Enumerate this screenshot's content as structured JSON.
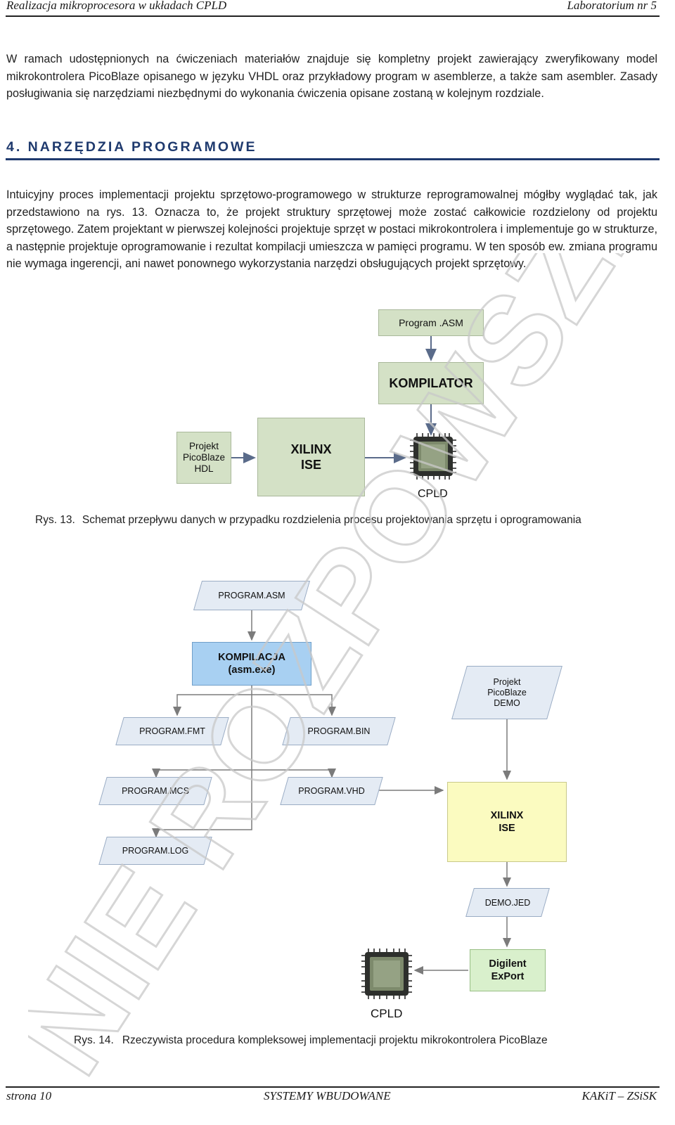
{
  "header": {
    "left": "Realizacja mikroprocesora w układach CPLD",
    "right": "Laboratorium nr 5"
  },
  "intro_paragraph": "W ramach udostępnionych na ćwiczeniach materiałów znajduje się kompletny projekt zawierający zweryfikowany model mikrokontrolera PicoBlaze opisanego w języku VHDL oraz przykładowy program w asemblerze, a także sam asembler. Zasady posługiwania się narzędziami niezbędnymi do wykonania ćwiczenia opisane zostaną w kolejnym rozdziale.",
  "section": {
    "heading": "4. NARZĘDZIA PROGRAMOWE",
    "paragraph": "Intuicyjny proces implementacji projektu sprzętowo-programowego w strukturze reprogramowalnej mógłby wyglądać tak, jak przedstawiono na rys. 13. Oznacza to, że projekt struktury sprzętowej może zostać całkowicie rozdzielony od projektu sprzętowego. Zatem projektant w pierwszej kolejności projektuje sprzęt w postaci mikrokontrolera i implementuje go w strukturze, a następnie projektuje oprogramowanie i rezultat kompilacji umieszcza w pamięci programu. W ten sposób ew. zmiana programu nie wymaga ingerencji, ani nawet ponownego wykorzystania narzędzi obsługujących projekt sprzętowy."
  },
  "fig13": {
    "program_asm": "Program .ASM",
    "kompilator": "KOMPILATOR",
    "projekt_line1": "Projekt",
    "projekt_line2": "PicoBlaze",
    "projekt_line3": "HDL",
    "xilinx_line1": "XILINX",
    "xilinx_line2": "ISE",
    "cpld": "CPLD",
    "caption_num": "Rys. 13.",
    "caption_text": "Schemat przepływu danych w przypadku rozdzielenia procesu projektowania sprzętu i oprogramowania"
  },
  "fig14": {
    "program_asm": "PROGRAM.ASM",
    "kompilacja_line1": "KOMPILACJA",
    "kompilacja_line2": "(asm.exe)",
    "projekt_line1": "Projekt",
    "projekt_line2": "PicoBlaze",
    "projekt_line3": "DEMO",
    "program_fmt": "PROGRAM.FMT",
    "program_bin": "PROGRAM.BIN",
    "program_mcs": "PROGRAM.MCS",
    "program_vhd": "PROGRAM.VHD",
    "program_log": "PROGRAM.LOG",
    "xilinx_line1": "XILINX",
    "xilinx_line2": "ISE",
    "demo_jed": "DEMO.JED",
    "digilent_line1": "Digilent",
    "digilent_line2": "ExPort",
    "cpld": "CPLD",
    "caption_num": "Rys. 14.",
    "caption_text": "Rzeczywista procedura kompleksowej implementacji projektu mikrokontrolera PicoBlaze"
  },
  "watermark": "NIE ROZPOWSZECHNIAĆ",
  "footer": {
    "left": "strona 10",
    "center": "SYSTEMY WBUDOWANE",
    "right": "KAKiT – ZSiSK"
  },
  "colors": {
    "heading": "#1f3a6e",
    "green_box": "#d4e1c6",
    "blue_box": "#a8d0f2",
    "yellow_box": "#fbfbc0",
    "light_box": "#e4ebf4"
  }
}
